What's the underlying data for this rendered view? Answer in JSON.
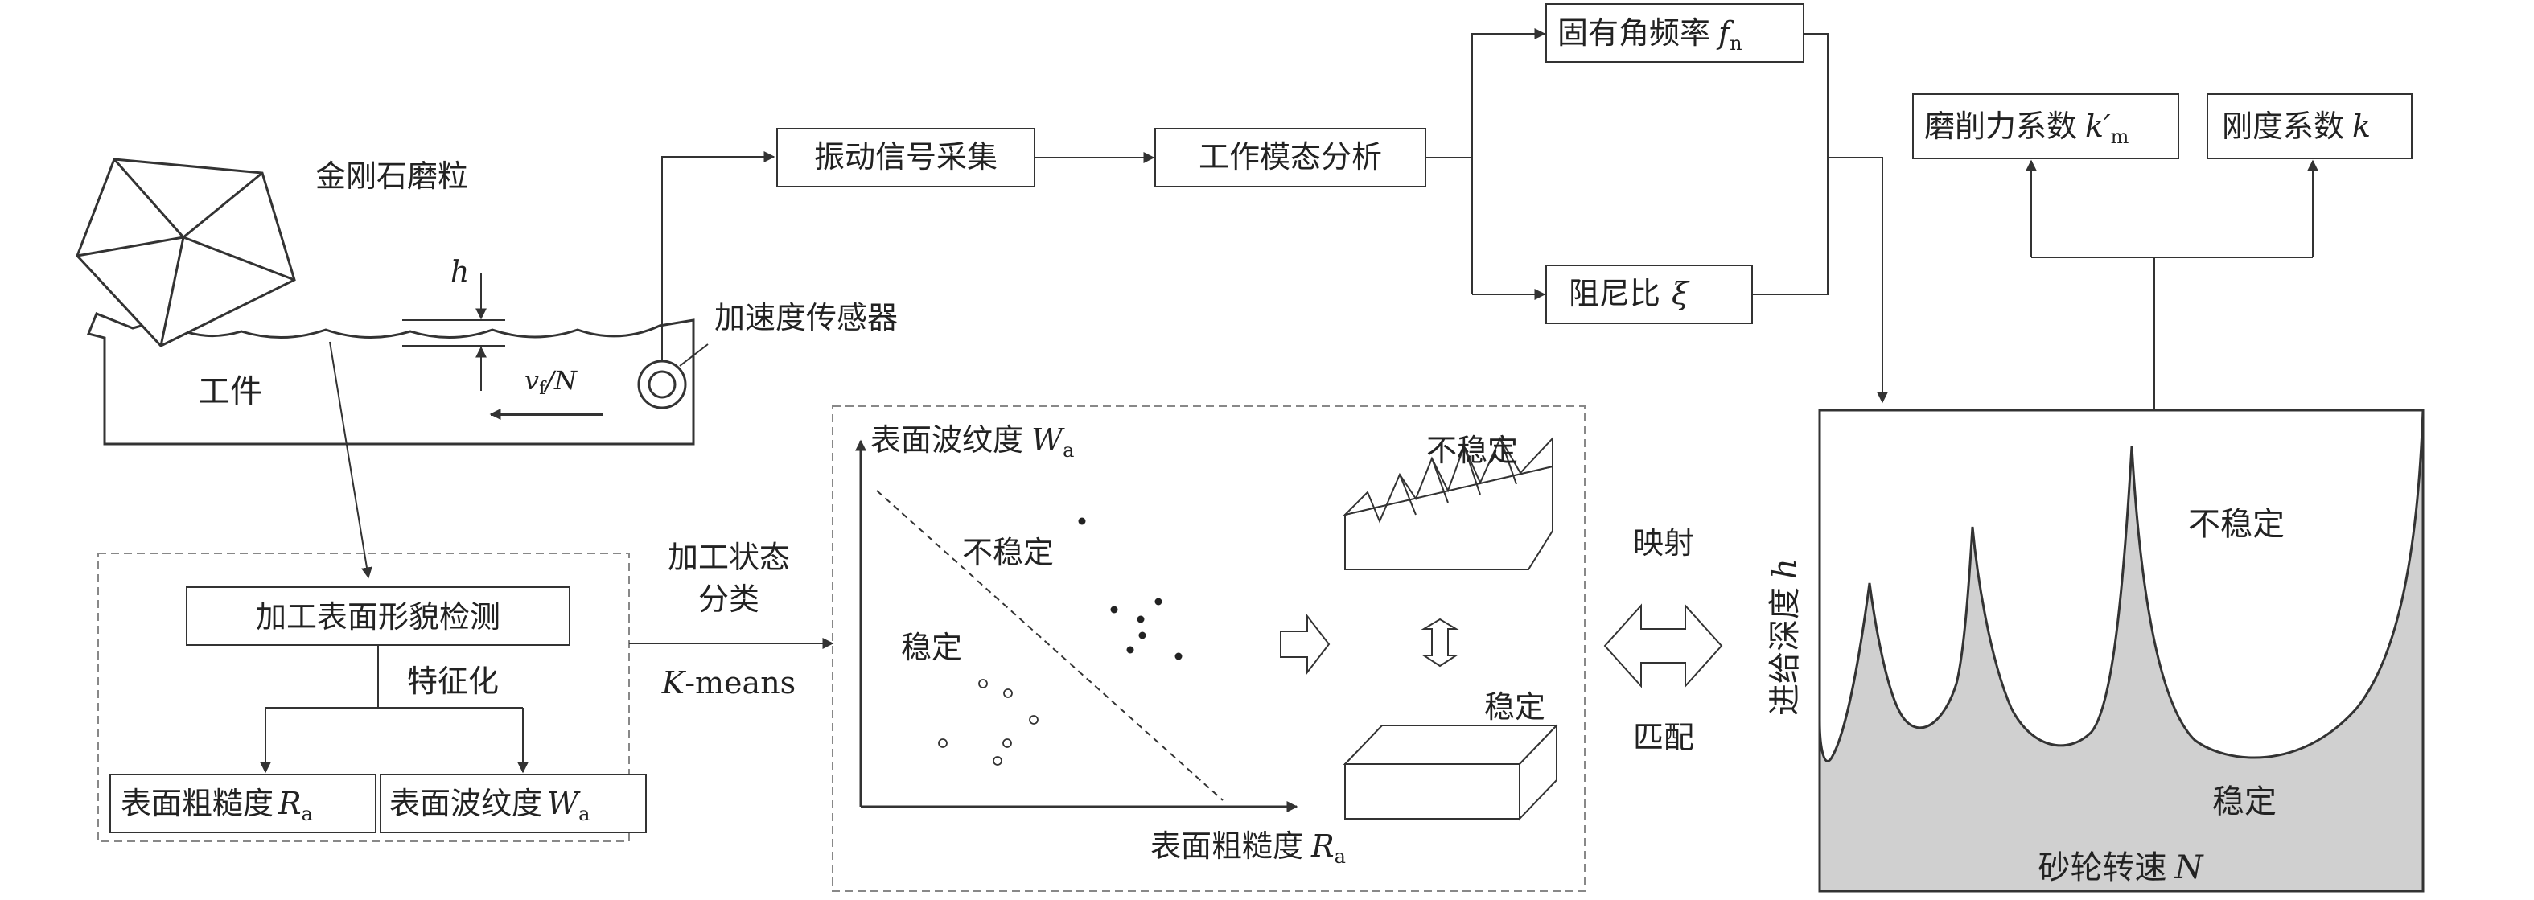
{
  "grinding": {
    "grain_label": "金刚石磨粒",
    "depth_symbol": "h",
    "workpiece_label": "工件",
    "feed_symbol": "v",
    "feed_subscript": "f",
    "feed_divisor": "/N",
    "sensor_label": "加速度传感器"
  },
  "signal": {
    "acquisition": "振动信号采集",
    "modal_analysis": "工作模态分析",
    "natural_frequency": "固有角频率",
    "natural_frequency_symbol": "f",
    "natural_frequency_subscript": "n",
    "damping_ratio": "阻尼比",
    "damping_symbol": "ξ"
  },
  "coefficients": {
    "grinding_force": "磨削力系数",
    "grinding_force_symbol": "k′",
    "grinding_force_subscript": "m",
    "stiffness": "刚度系数",
    "stiffness_symbol": "k"
  },
  "surface": {
    "detection": "加工表面形貌检测",
    "featurize": "特征化",
    "roughness": "表面粗糙度",
    "roughness_symbol": "R",
    "roughness_subscript": "a",
    "waviness": "表面波纹度",
    "waviness_symbol": "W",
    "waviness_subscript": "a"
  },
  "classification": {
    "line1": "加工状态",
    "line2": "分类",
    "method_italic": "K",
    "method_rest": "-means"
  },
  "cluster_plot": {
    "y_label": "表面波纹度",
    "y_symbol": "W",
    "y_subscript": "a",
    "x_label": "表面粗糙度",
    "x_symbol": "R",
    "x_subscript": "a",
    "unstable_label": "不稳定",
    "stable_label": "稳定",
    "unstable_surface_label": "不稳定",
    "stable_surface_label": "稳定"
  },
  "mapping": {
    "top": "映射",
    "bottom": "匹配"
  },
  "lobe_chart": {
    "y_label": "进给深度",
    "y_symbol": "h",
    "x_label": "砂轮转速",
    "x_symbol": "N",
    "unstable_label": "不稳定",
    "stable_label": "稳定"
  }
}
